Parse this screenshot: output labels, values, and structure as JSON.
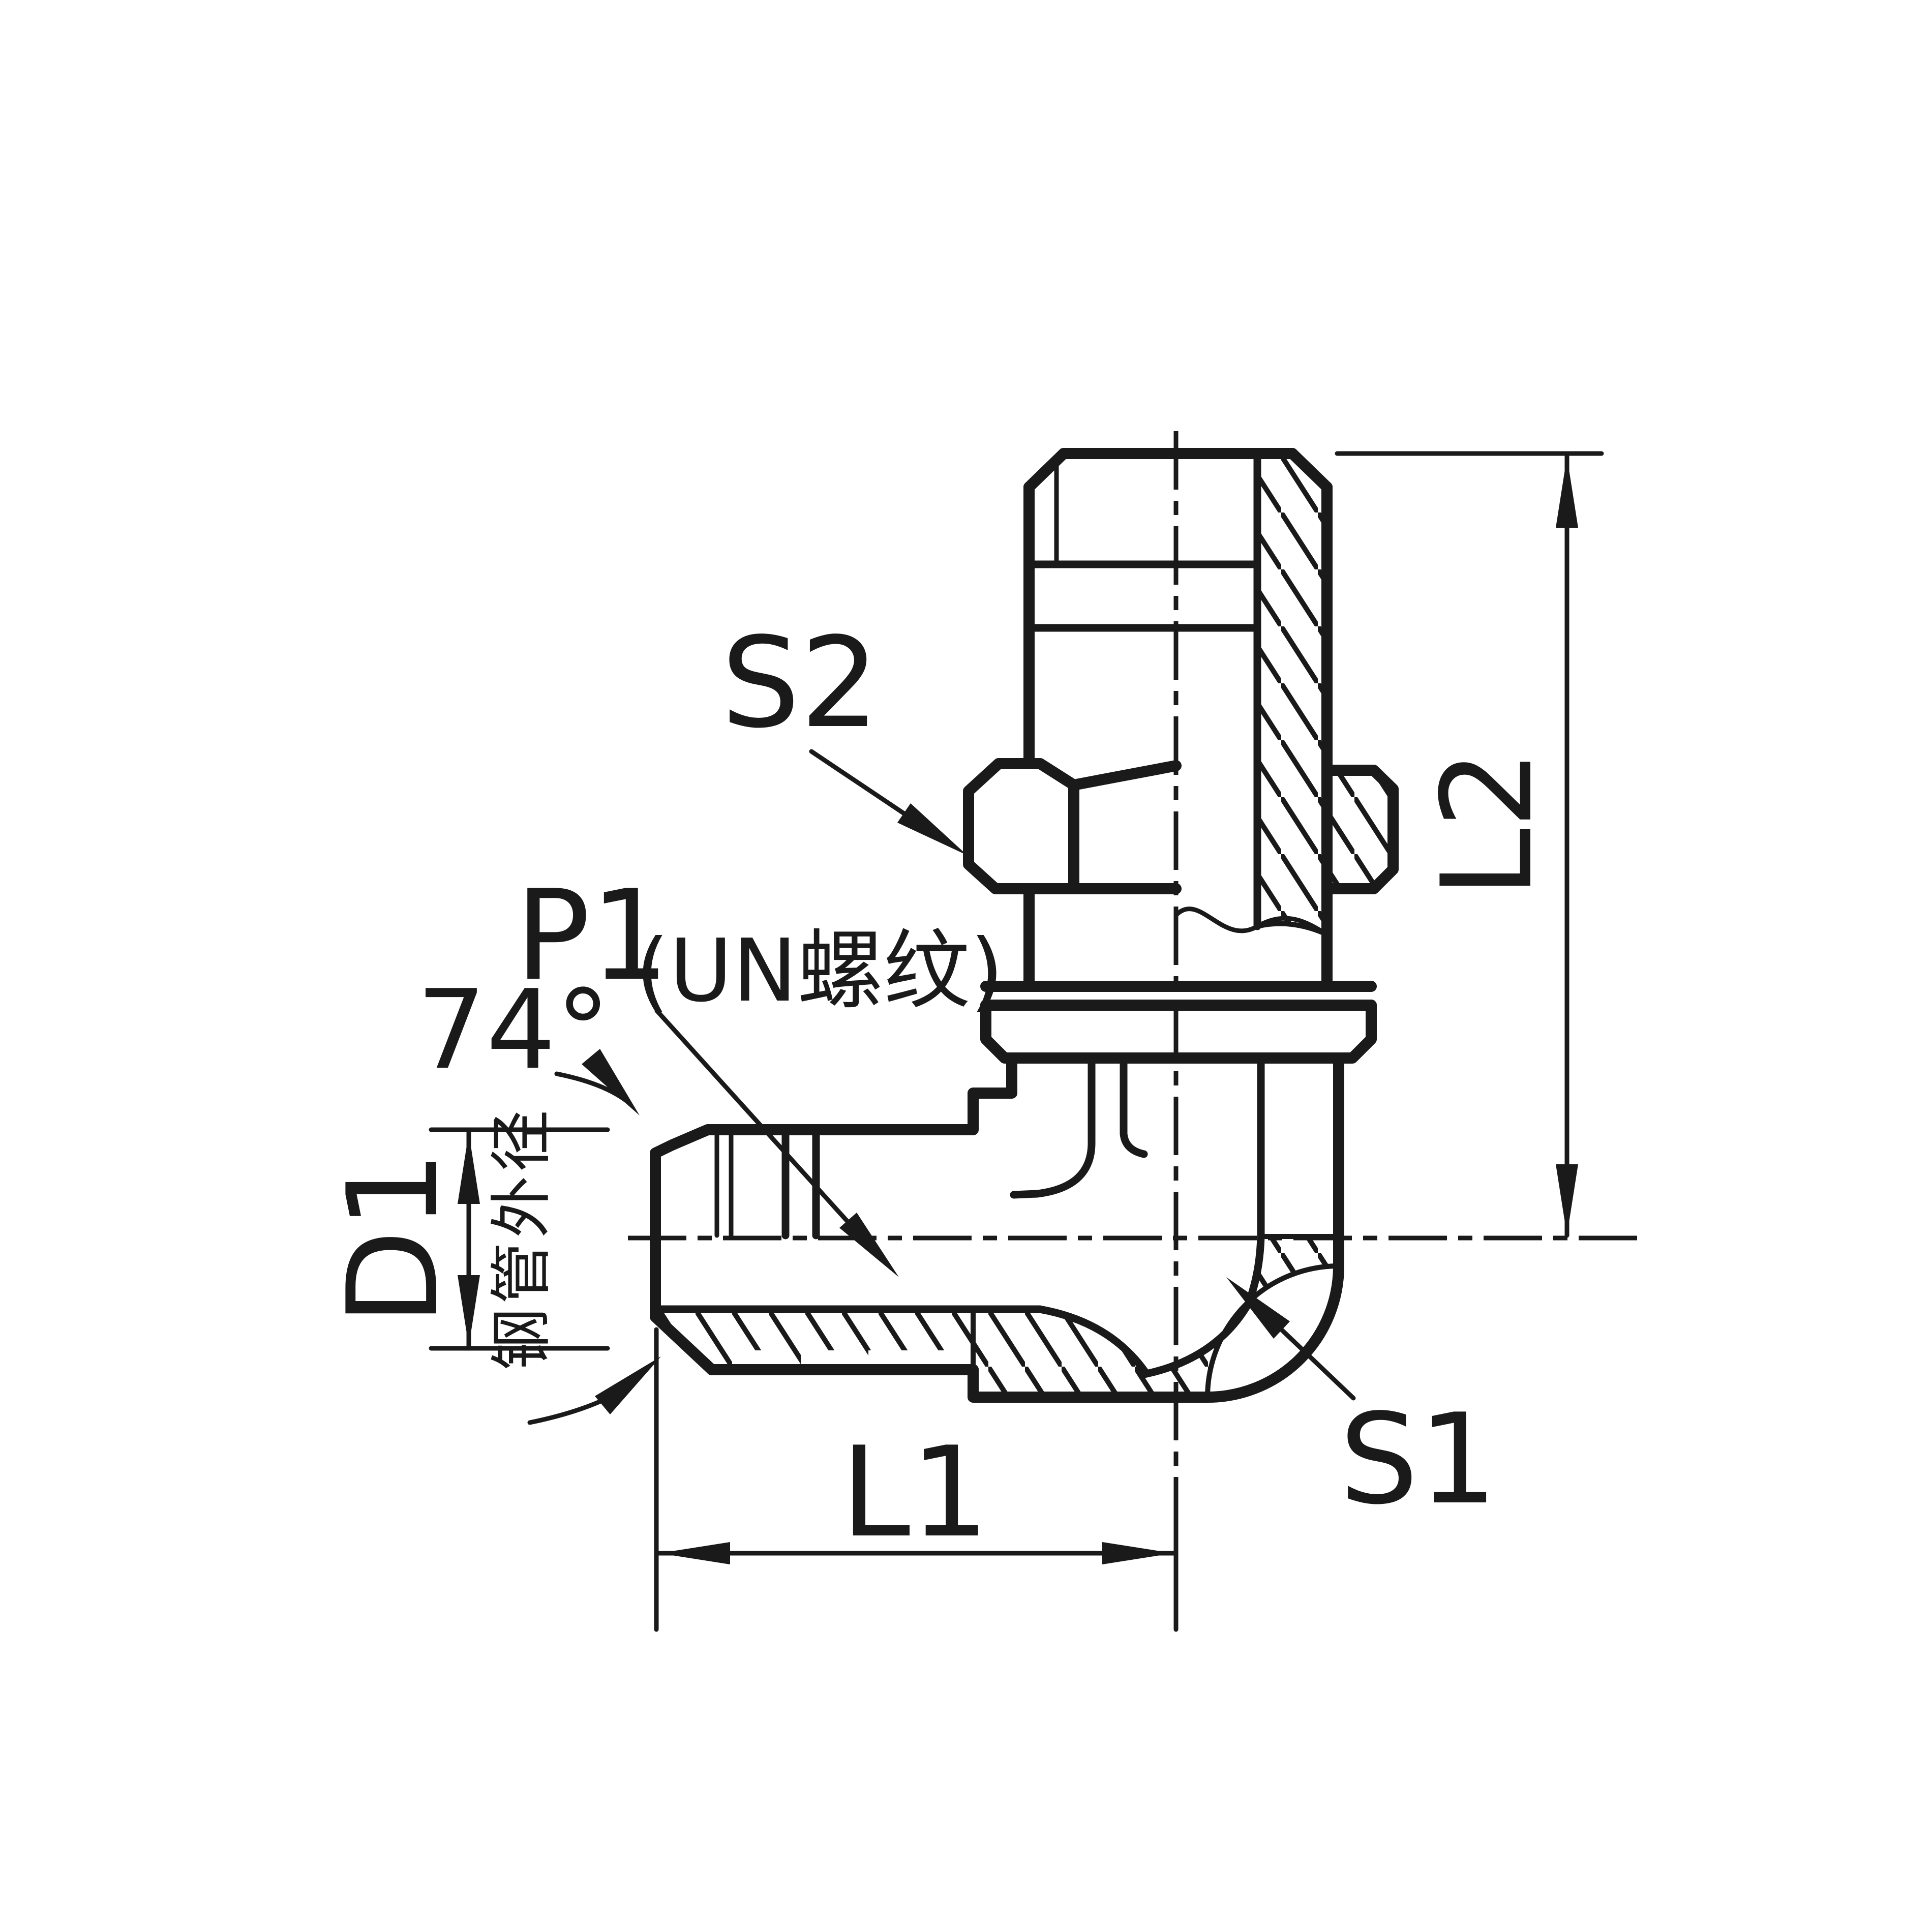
{
  "drawing": {
    "type": "engineering-drawing",
    "subject": "90-degree elbow hydraulic fitting, half-section view",
    "labels": {
      "s2": "S2",
      "p1": "P1",
      "p1_note": "(UN螺纹)",
      "flare_angle": "74°",
      "d1": "D1",
      "d1_note": "钢管外径",
      "l1": "L1",
      "s1": "S1",
      "l2": "L2"
    },
    "colors": {
      "ink": "#1a1a1a",
      "paper": "#ffffff"
    }
  }
}
